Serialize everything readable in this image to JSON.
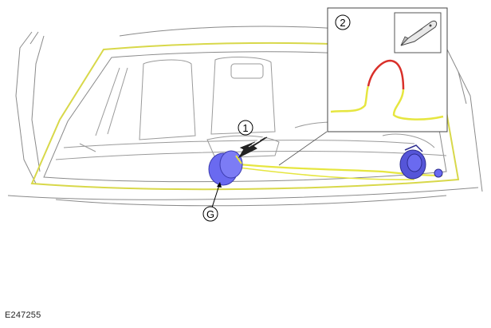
{
  "figure": {
    "id": "E247255"
  },
  "callouts": {
    "one": "1",
    "two": "2",
    "g": "G"
  },
  "colors": {
    "outline": "#7a7a7a",
    "glass_edge": "#d8d84a",
    "wire": "#e6e640",
    "wire_cut": "#d9302a",
    "component": "#6a6af0",
    "component_dark": "#3c3cb0",
    "arrow": "#222222"
  },
  "icons": {
    "inset_tool": "cutting-knife-icon",
    "removal_arrow": "removal-direction-arrow-icon"
  }
}
